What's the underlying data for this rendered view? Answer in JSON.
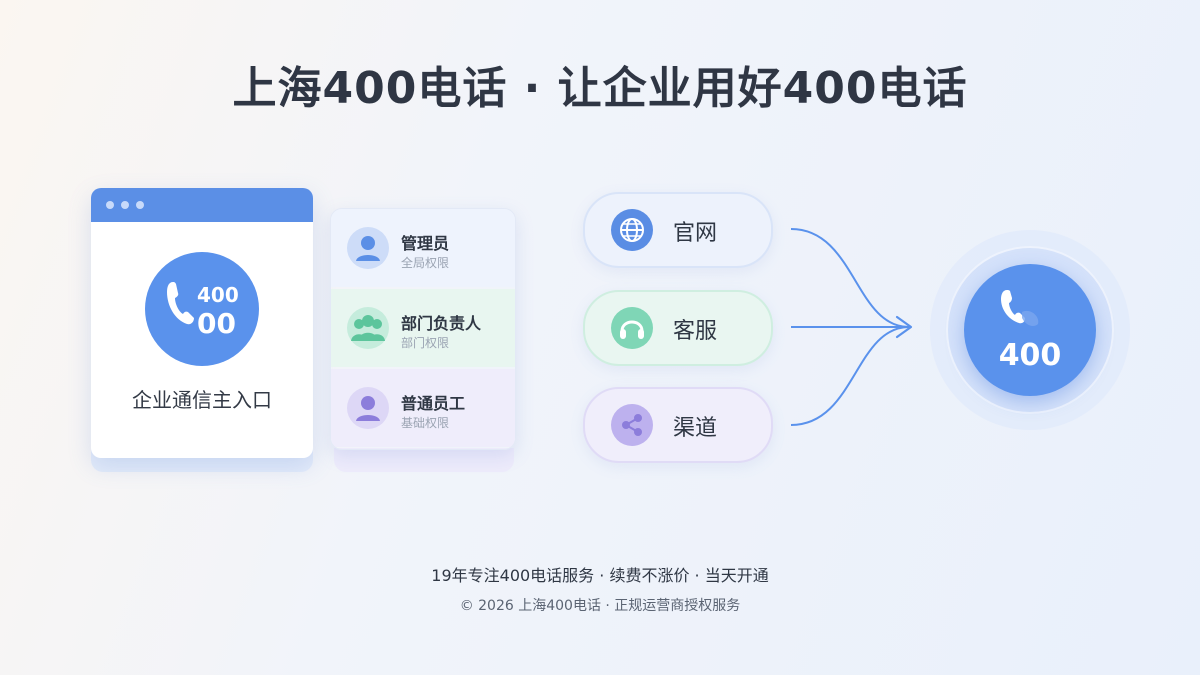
{
  "title": "上海400电话 · 让企业用好400电话",
  "browser": {
    "phone_number_top": "400",
    "phone_number_bottom": "00",
    "label": "企业通信主入口"
  },
  "roles": [
    {
      "name": "管理员",
      "sub": "全局权限",
      "icon": "user-icon",
      "bg": "#eef3fd",
      "avatar_bg": "#cddcf8",
      "avatar_fg": "#5b8fe6"
    },
    {
      "name": "部门负责人",
      "sub": "部门权限",
      "icon": "group-icon",
      "bg": "#e8f6f0",
      "avatar_bg": "#c5ecdc",
      "avatar_fg": "#5cc59c"
    },
    {
      "name": "普通员工",
      "sub": "基础权限",
      "icon": "user-icon",
      "bg": "#efedfb",
      "avatar_bg": "#ddd7f6",
      "avatar_fg": "#8c7ddb"
    }
  ],
  "channels": [
    {
      "label": "官网",
      "icon": "globe-icon",
      "bg": "#edf2fc",
      "border": "#d9e4f8",
      "icon_bg": "#5a8de4"
    },
    {
      "label": "客服",
      "icon": "headset-icon",
      "bg": "#e9f6f1",
      "border": "#cfeee0",
      "icon_bg": "#7fd6b6"
    },
    {
      "label": "渠道",
      "icon": "share-icon",
      "bg": "#f0eefb",
      "border": "#e0dbf6",
      "icon_bg": "#bdb1ee"
    }
  ],
  "target": {
    "number": "400",
    "icon": "phone-icon"
  },
  "footer": {
    "line1": "19年专注400电话服务 · 续费不涨价 · 当天开通",
    "line2": "© 2026 上海400电话 · 正规运营商授权服务"
  },
  "colors": {
    "accent": "#5a92ec",
    "text": "#2f3644"
  }
}
